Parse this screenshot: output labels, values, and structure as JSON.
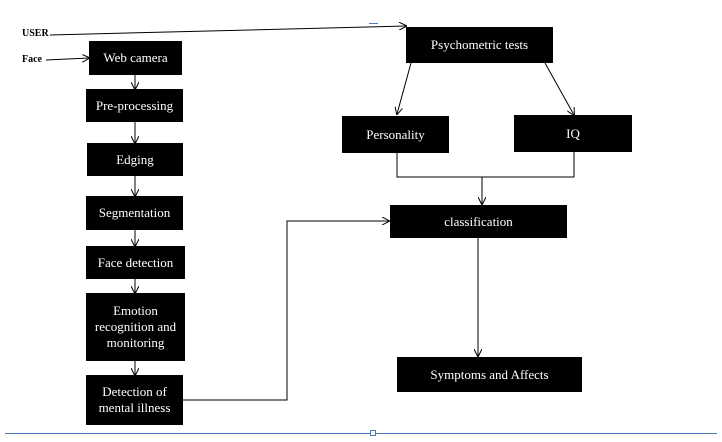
{
  "inputs": {
    "user": "USER",
    "face": "Face"
  },
  "pipeline": {
    "web_camera": "Web camera",
    "preprocessing": "Pre-processing",
    "edging": "Edging",
    "segmentation": "Segmentation",
    "face_detection": "Face detection",
    "emotion": "Emotion recognition and monitoring",
    "detection": "Detection of mental illness"
  },
  "tests": {
    "psychometric": "Psychometric tests",
    "personality": "Personality",
    "iq": "IQ"
  },
  "outcome": {
    "classification": "classification",
    "symptoms": "Symptoms and Affects"
  },
  "colors": {
    "box": "#000000",
    "box_text": "#ffffff",
    "connector": "#000000",
    "selection": "#4a7ab8"
  }
}
